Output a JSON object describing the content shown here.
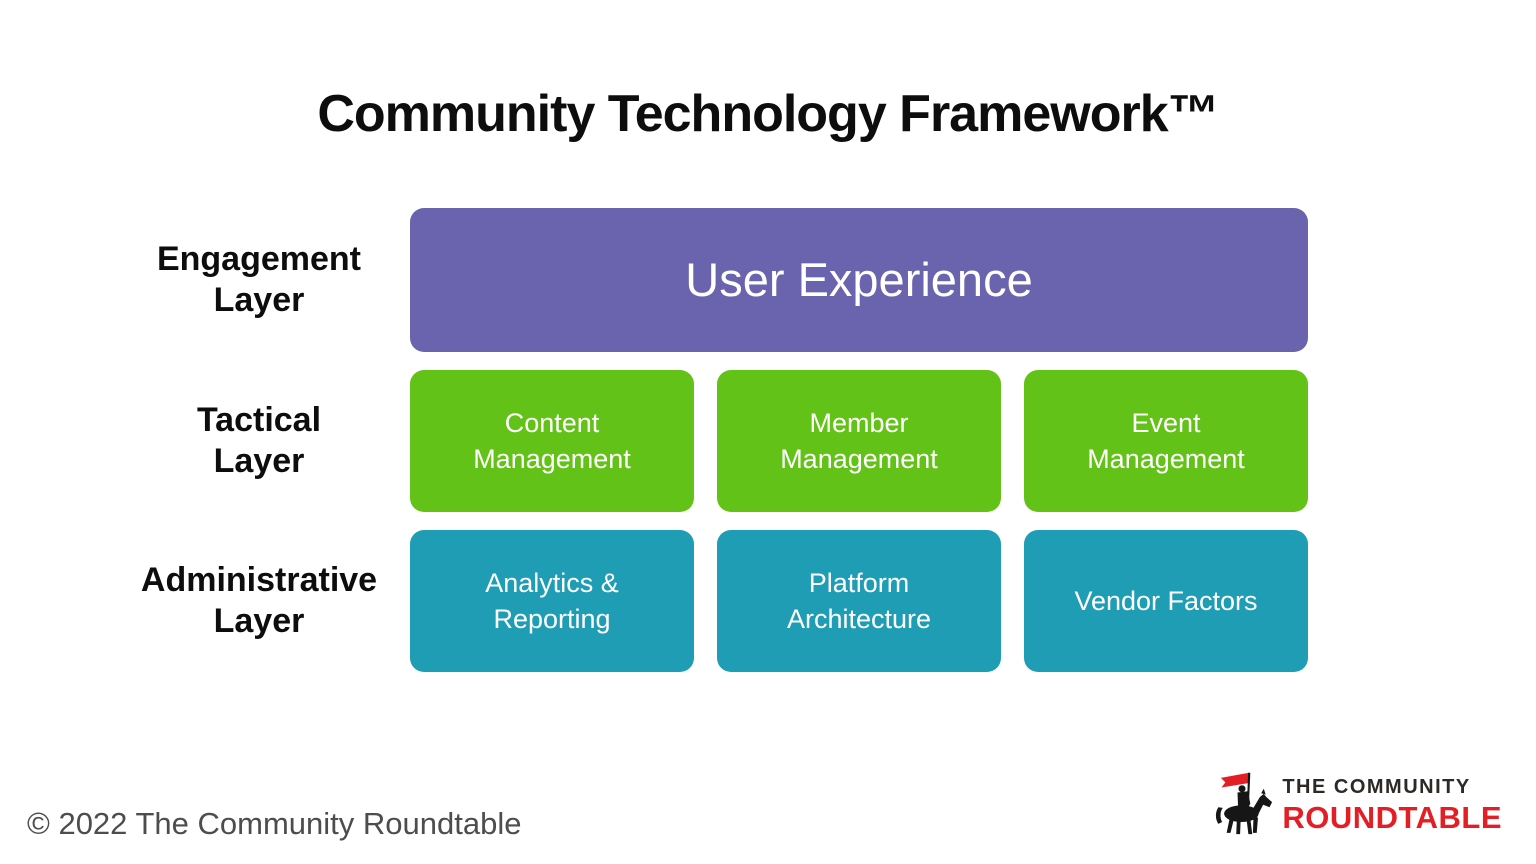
{
  "title": "Community Technology Framework™",
  "layers": [
    {
      "label": "Engagement\nLayer",
      "color": "#6A63AE",
      "boxes": [
        "User Experience"
      ]
    },
    {
      "label": "Tactical\nLayer",
      "color": "#63C217",
      "boxes": [
        "Content\nManagement",
        "Member\nManagement",
        "Event\nManagement"
      ]
    },
    {
      "label": "Administrative\nLayer",
      "color": "#1F9DB5",
      "boxes": [
        "Analytics &\nReporting",
        "Platform\nArchitecture",
        "Vendor Factors"
      ]
    }
  ],
  "footer": {
    "copyright": "© 2022 The Community Roundtable"
  },
  "logo": {
    "icon": "knight-on-horse-with-flag-icon",
    "line1": "THE COMMUNITY",
    "line2": "ROUNDTABLE",
    "text_color": "#2D2A26",
    "accent_red": "#E31E25"
  }
}
